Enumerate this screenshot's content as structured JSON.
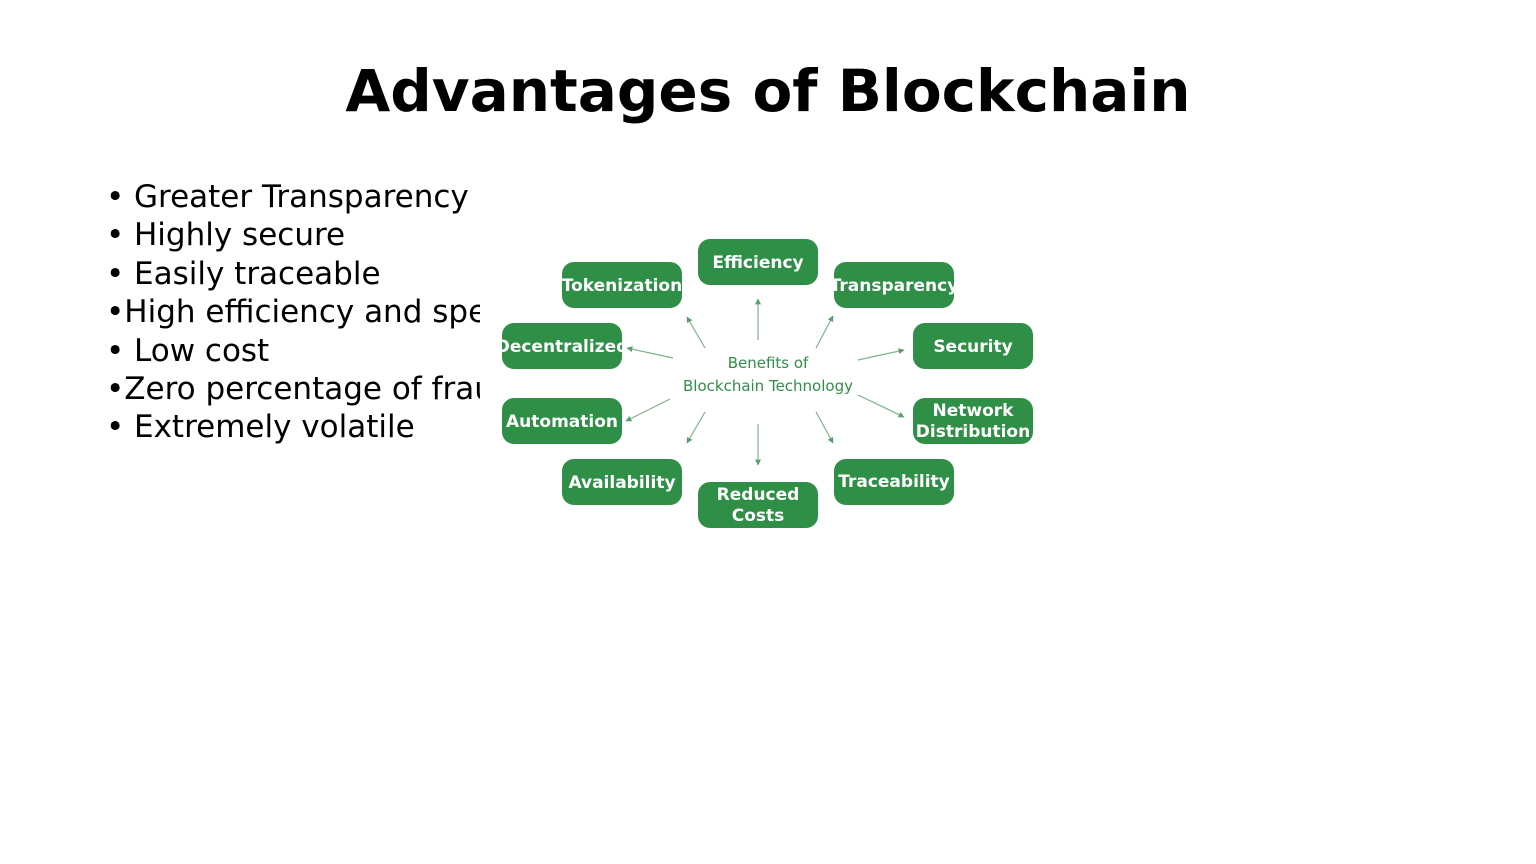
{
  "slide": {
    "title": "Advantages of Blockchain"
  },
  "bullets": [
    "Greater Transparency",
    "Highly secure",
    "Easily traceable",
    "High efficiency and speed",
    "Low cost",
    "Zero percentage of fraud",
    "Extremely volatile"
  ],
  "bullet_glyph": "•",
  "diagram": {
    "center_line1": "Benefits of",
    "center_line2": "Blockchain Technology",
    "nodes": {
      "efficiency": "Efficiency",
      "transparency": "Transparency",
      "security": "Security",
      "network_line1": "Network",
      "network_line2": "Distribution",
      "traceability": "Traceability",
      "reduced_line1": "Reduced",
      "reduced_line2": "Costs",
      "availability": "Availability",
      "automation": "Automation",
      "decentralized": "Decentralized",
      "tokenization": "Tokenization"
    },
    "node_color": "#2f8f47",
    "center_text_color": "#2f8f47"
  }
}
